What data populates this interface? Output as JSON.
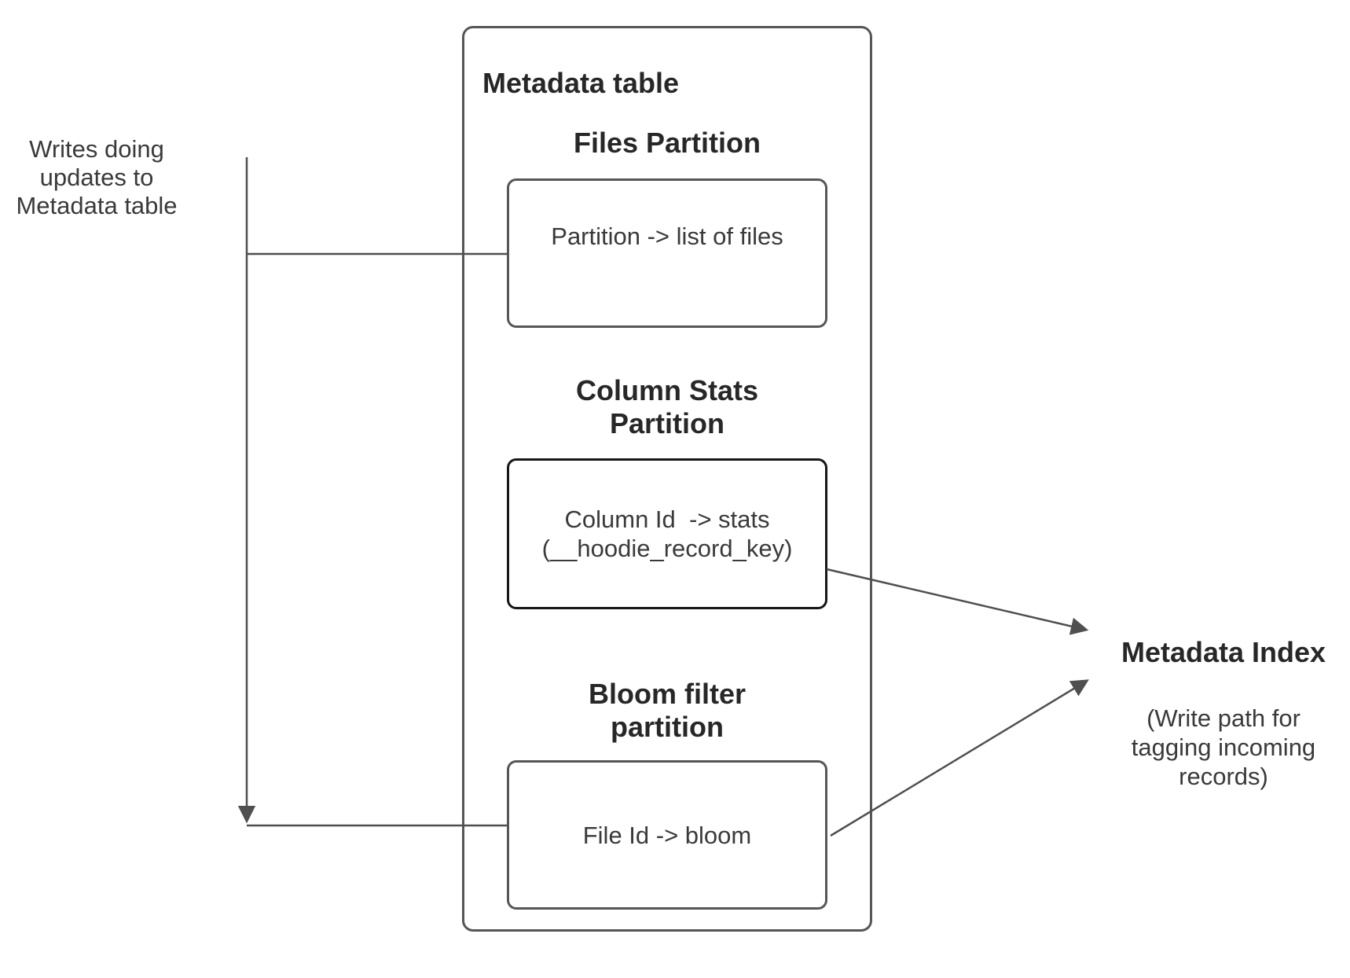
{
  "colors": {
    "background": "#ffffff",
    "line": "#4f4f4f",
    "box-border": "#565656",
    "stats-border": "#161616",
    "heading": "#272727",
    "body": "#3a3a3a"
  },
  "writes_label": {
    "text": "Writes doing\nupdates to\nMetadata table"
  },
  "metadata_table": {
    "title": "Metadata table",
    "files_partition": {
      "heading": "Files Partition",
      "mapping": "Partition -> list of files"
    },
    "column_stats_partition": {
      "heading": "Column Stats\nPartition",
      "mapping": "Column Id  -> stats\n(__hoodie_record_key)"
    },
    "bloom_filter_partition": {
      "heading": "Bloom filter\npartition",
      "mapping": "File Id -> bloom"
    }
  },
  "metadata_index": {
    "title": "Metadata Index",
    "subtitle": "(Write path for\ntagging incoming\nrecords)"
  },
  "icons": {
    "down_arrowhead": "arrowhead-down-icon",
    "right_arrowhead": "arrowhead-right-icon"
  }
}
